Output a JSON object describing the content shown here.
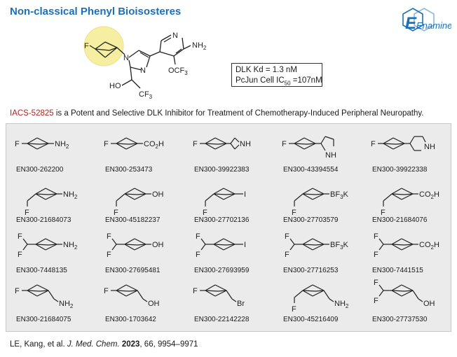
{
  "title": "Non-classical Phenyl Bioisosteres",
  "logo_text": "Enamine",
  "hero": {
    "labels": {
      "f": "F",
      "n1": "N",
      "n2": "N",
      "n3": "N",
      "nh2": "NH",
      "nh2_sub": "2",
      "ocf3_a": "OCF",
      "ocf3_sub": "3",
      "ho": "HO",
      "cf3_a": "CF",
      "cf3_sub": "3"
    },
    "kd_line1": "DLK Kd = 1.3 nM",
    "kd_line2_a": "PcJun Cell IC",
    "kd_line2_sub": "50",
    "kd_line2_b": " =107nM"
  },
  "description": {
    "compound": "IACS-52825",
    "rest": " is a Potent and Selective DLK Inhibitor for Treatment of Chemotherapy-Induced Peripheral Neuropathy."
  },
  "compounds": [
    {
      "code": "EN300-262200",
      "left": "F",
      "motif": "bcp",
      "group": "NH2"
    },
    {
      "code": "EN300-253473",
      "left": "F",
      "motif": "bcp",
      "group": "CO2H"
    },
    {
      "code": "EN300-39922383",
      "left": "F",
      "motif": "bcp",
      "group": "azetidine"
    },
    {
      "code": "EN300-43394554",
      "left": "F",
      "motif": "bcp",
      "group": "pyrrolidine"
    },
    {
      "code": "EN300-39922338",
      "left": "F",
      "motif": "bcp",
      "group": "piperidine"
    },
    {
      "code": "EN300-21684073",
      "left": "CH2F",
      "motif": "bcp",
      "group": "NH2"
    },
    {
      "code": "EN300-45182237",
      "left": "CH2F",
      "motif": "bcp",
      "group": "OH"
    },
    {
      "code": "EN300-27702136",
      "left": "CH2F",
      "motif": "bcp",
      "group": "I"
    },
    {
      "code": "EN300-27703579",
      "left": "CH2F",
      "motif": "bcp",
      "group": "BF3K"
    },
    {
      "code": "EN300-21684076",
      "left": "CH2F",
      "motif": "bcp",
      "group": "CO2H"
    },
    {
      "code": "EN300-7448135",
      "left": "CHF2",
      "motif": "bcp",
      "group": "NH2"
    },
    {
      "code": "EN300-27695481",
      "left": "CHF2",
      "motif": "bcp",
      "group": "OH"
    },
    {
      "code": "EN300-27693959",
      "left": "CHF2",
      "motif": "bcp",
      "group": "I"
    },
    {
      "code": "EN300-27716253",
      "left": "CHF2",
      "motif": "bcp",
      "group": "BF3K"
    },
    {
      "code": "EN300-7441515",
      "left": "CHF2",
      "motif": "bcp",
      "group": "CO2H"
    },
    {
      "code": "EN300-21684075",
      "left": "F",
      "motif": "bcp",
      "group": "CH2NH2"
    },
    {
      "code": "EN300-1703642",
      "left": "F",
      "motif": "bcp",
      "group": "CH2OH"
    },
    {
      "code": "EN300-22142228",
      "left": "F",
      "motif": "bcp",
      "group": "CH2Br"
    },
    {
      "code": "EN300-45216409",
      "left": "CH2F",
      "motif": "bcp",
      "group": "CH2NH2"
    },
    {
      "code": "EN300-27737530",
      "left": "CHF2",
      "motif": "bcp",
      "group": "CH2OH"
    }
  ],
  "atom_text": {
    "F": "F",
    "NH": "NH",
    "NH2_a": "NH",
    "sub2": "2",
    "CO2H_a": "CO",
    "CO2H_b": "H",
    "OH": "OH",
    "I": "I",
    "BF3K_a": "BF",
    "sub3": "3",
    "BF3K_b": "K",
    "Br": "Br"
  },
  "reference": {
    "authors": "LE, Kang, et al. ",
    "journal": "J. Med. Chem.",
    "year": " 2023",
    "rest": ", 66, 9954–9971"
  },
  "colors": {
    "title": "#1d6fb8",
    "compound_name": "#b22222",
    "logo": "#1d6fb8",
    "highlight": "#f6eea0",
    "panel": "#ebebeb"
  }
}
